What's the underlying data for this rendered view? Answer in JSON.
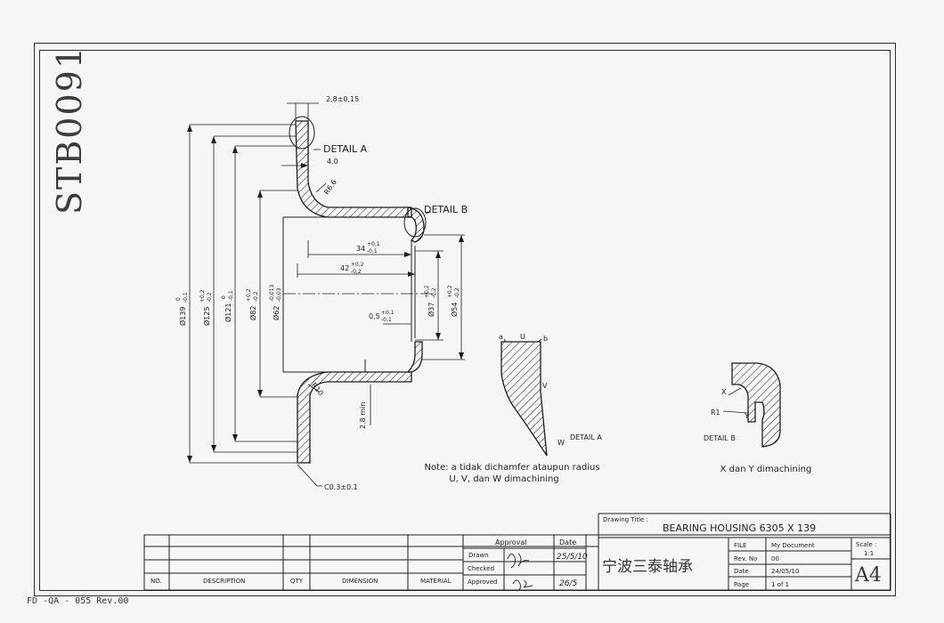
{
  "drawing_id": "STB0091",
  "dimensions": {
    "flange_thickness": "2,8±0,15",
    "width_4": "4.0",
    "radius_6_6": "R6.6",
    "radius_10": "R10",
    "min_thickness": "2.8 min",
    "chamfer": "C0.3±0.1",
    "d34": "34",
    "d34_tol_upper": "+0,1",
    "d34_tol_lower": "-0,1",
    "d42": "42",
    "d42_tol_upper": "+0,2",
    "d42_tol_lower": "-0,2",
    "d0_5": "0,5",
    "d0_5_tol_upper": "+0,1",
    "d0_5_tol_lower": "-0,1",
    "dia139": "Ø139",
    "dia139_tol": "-0,1",
    "dia139_tol0": "0",
    "dia125": "Ø125",
    "dia125_tol_upper": "+0,2",
    "dia125_tol_lower": "-0,2",
    "dia121": "Ø121",
    "dia121_tol_upper": "0",
    "dia121_tol_lower": "-0,1",
    "dia82": "Ø82",
    "dia82_tol_upper": "+0,2",
    "dia82_tol_lower": "-0,2",
    "dia62": "Ø62",
    "dia62_tol_upper": "-0,013",
    "dia62_tol_lower": "-0,03",
    "dia37": "Ø37",
    "dia37_tol_upper": "+0,2",
    "dia37_tol_lower": "-0,2",
    "dia54": "Ø54",
    "dia54_tol_upper": "+0,2",
    "dia54_tol_lower": "-0,2"
  },
  "callouts": {
    "detail_a": "DETAIL A",
    "detail_b": "DETAIL B"
  },
  "detail_a": {
    "label": "DETAIL A",
    "a": "a",
    "u": "U",
    "b": "b",
    "v": "V",
    "w": "W"
  },
  "detail_b": {
    "label": "DETAIL B",
    "x": "X",
    "y": "Y",
    "r1": "R1"
  },
  "notes": {
    "note_a_line1": "Note: a tidak dichamfer ataupun radius",
    "note_a_line2": "U, V, dan W dimachining",
    "note_b": "X dan Y dimachining"
  },
  "title_block": {
    "drawing_title_label": "Drawing Title :",
    "drawing_title": "BEARING HOUSING  6305  X  139",
    "col_no": "NO.",
    "col_description": "DESCRIPTION",
    "col_qty": "QTY",
    "col_dimension": "DIMENSION",
    "col_material": "MATERIAL",
    "approval": "Approval",
    "date": "Date",
    "drawn": "Drawn",
    "checked": "Checked",
    "approved": "Approved",
    "drawn_date": "25/5/10",
    "approved_date": "26/5",
    "file_label": "FILE",
    "file_value": "My Document",
    "rev_label": "Rev. No",
    "rev_value": "00",
    "date_label": "Date",
    "date_value": "24/05/10",
    "page_label": "Page",
    "page_value": "1  of  1",
    "scale_label": "Scale :",
    "scale_value": "1:1",
    "paper_size": "A4",
    "company": "宁波三泰轴承"
  },
  "footer": "FD -QA - 055 Rev.00"
}
